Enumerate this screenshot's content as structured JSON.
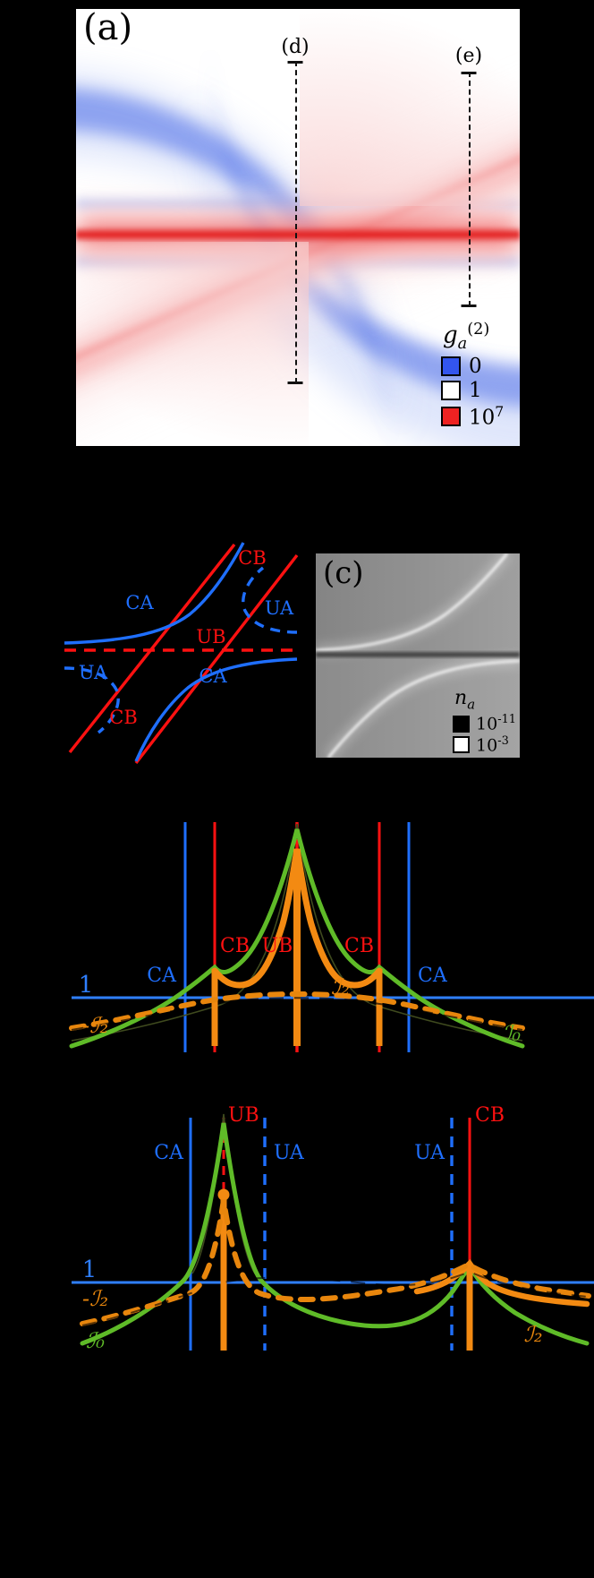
{
  "figure": {
    "panels": [
      "a",
      "b",
      "c",
      "d",
      "e"
    ]
  },
  "panel_a": {
    "label": "(a)",
    "callouts": [
      {
        "name": "d",
        "text": "(d)"
      },
      {
        "name": "e",
        "text": "(e)"
      }
    ],
    "legend": {
      "title_main": "g",
      "title_sub": "a",
      "title_sup": "(2)",
      "entries": [
        {
          "swatch_color": "#3355ee",
          "value": "0"
        },
        {
          "swatch_color": "#ffffff",
          "value": "1"
        },
        {
          "swatch_color": "#ee2222",
          "value_main": "10",
          "value_sup": "7"
        }
      ]
    }
  },
  "panel_b": {
    "labels": [
      {
        "text": "CA",
        "color": "#1f6fff"
      },
      {
        "text": "CB",
        "color": "#ff1111"
      },
      {
        "text": "UA",
        "color": "#1f6fff"
      },
      {
        "text": "UB",
        "color": "#ff1111"
      },
      {
        "text": "UA",
        "color": "#1f6fff"
      },
      {
        "text": "CA",
        "color": "#1f6fff"
      },
      {
        "text": "CB",
        "color": "#ff1111"
      }
    ]
  },
  "panel_c": {
    "label": "(c)",
    "legend": {
      "title_main": "n",
      "title_sub": "a",
      "entries": [
        {
          "swatch_color": "#000000",
          "value_main": "10",
          "value_sup": "-11"
        },
        {
          "swatch_color": "#ffffff",
          "value_main": "10",
          "value_sup": "-3"
        }
      ]
    }
  },
  "panel_d": {
    "vline_labels": [
      {
        "text": "CA",
        "color": "#1f6fff"
      },
      {
        "text": "CB",
        "color": "#ff1111"
      },
      {
        "text": "UB",
        "color": "#ff1111"
      },
      {
        "text": "CB",
        "color": "#ff1111"
      },
      {
        "text": "CA",
        "color": "#1f6fff"
      }
    ],
    "axis_label": "1",
    "curve_labels": [
      {
        "text": "-ℐ₂",
        "color": "#e8860d"
      },
      {
        "text": "ℐ₂",
        "color": "#e8860d"
      },
      {
        "text": "ℐ₀",
        "color": "#5fbb28"
      }
    ]
  },
  "panel_e": {
    "vline_labels": [
      {
        "text": "CA",
        "color": "#1f6fff"
      },
      {
        "text": "UB",
        "color": "#ff1111"
      },
      {
        "text": "UA",
        "color": "#1f6fff"
      },
      {
        "text": "UA",
        "color": "#1f6fff"
      },
      {
        "text": "CB",
        "color": "#ff1111"
      }
    ],
    "axis_label": "1",
    "curve_labels": [
      {
        "text": "-ℐ₂",
        "color": "#e8860d"
      },
      {
        "text": "ℐ₀",
        "color": "#5fbb28"
      },
      {
        "text": "ℐ₂",
        "color": "#e8860d"
      }
    ]
  },
  "chart_data": [
    {
      "type": "heatmap",
      "panel": "a",
      "title": "(a)",
      "quantity": "g_a^(2)",
      "colorscale": [
        {
          "value": 0,
          "color": "#3355ee",
          "label": "0"
        },
        {
          "value": 1,
          "color": "#ffffff",
          "label": "1"
        },
        {
          "value": 10000000,
          "color": "#ee2222",
          "label": "10^7"
        }
      ],
      "features": [
        "horizontal red ridge (UB resonance) through mid-height",
        "diagonal red ridge (CB resonance) rising left-to-right",
        "blue hyperbolic arcs (CA resonance) in upper-right and lower-left"
      ],
      "grid": false,
      "xlabel": "",
      "ylabel": ""
    },
    {
      "type": "line",
      "panel": "b",
      "title": "",
      "annotations": [
        "CA",
        "CB",
        "UA",
        "UB",
        "UA",
        "CA",
        "CB"
      ],
      "series": [
        {
          "name": "CB",
          "color": "#ff1111",
          "style": "solid",
          "description": "two straight diagonal lines crossing"
        },
        {
          "name": "UB",
          "color": "#ff1111",
          "style": "dashed",
          "description": "horizontal dashed line through center"
        },
        {
          "name": "CA",
          "color": "#1f6fff",
          "style": "solid",
          "description": "hyperbolic branches asymptotic to horizontal and diagonal"
        },
        {
          "name": "UA",
          "color": "#1f6fff",
          "style": "dashed",
          "description": "small hook-shaped dashed branches"
        }
      ],
      "grid": false
    },
    {
      "type": "heatmap",
      "panel": "c",
      "title": "(c)",
      "quantity": "n_a",
      "colorscale": [
        {
          "value": 1e-11,
          "color": "#000000",
          "label": "10^-11"
        },
        {
          "value": 0.001,
          "color": "#ffffff",
          "label": "10^-3"
        }
      ],
      "features": [
        "bright hyperbolic arc sweeping from lower-left to upper-right in upper half",
        "mirrored bright arc in lower half",
        "dark horizontal seam at mid-height"
      ],
      "grid": false
    },
    {
      "type": "line",
      "panel": "d",
      "title": "",
      "xlabel": "",
      "ylabel": "",
      "yticks": [
        {
          "value": 1,
          "label": "1"
        }
      ],
      "vertical_lines": [
        {
          "x": 0.215,
          "label": "CA",
          "color": "#1f6fff",
          "style": "solid"
        },
        {
          "x": 0.325,
          "label": "CB",
          "color": "#ff1111",
          "style": "solid"
        },
        {
          "x": 0.5,
          "label": "UB",
          "color": "#ff1111",
          "style": "dashed"
        },
        {
          "x": 0.675,
          "label": "CB",
          "color": "#ff1111",
          "style": "solid"
        },
        {
          "x": 0.785,
          "label": "CA",
          "color": "#1f6fff",
          "style": "solid"
        }
      ],
      "series": [
        {
          "name": "ℐ₀",
          "color": "#5fbb28",
          "style": "solid",
          "description": "smooth bell rising from baseline at edges to sharp peak at center, with small kinks at CB lines",
          "x": [
            0.02,
            0.1,
            0.2,
            0.28,
            0.325,
            0.38,
            0.44,
            0.5,
            0.56,
            0.62,
            0.675,
            0.72,
            0.8,
            0.9,
            0.98
          ],
          "y": [
            0.05,
            0.18,
            0.36,
            0.55,
            0.62,
            0.58,
            0.7,
            1.0,
            0.7,
            0.58,
            0.62,
            0.55,
            0.36,
            0.18,
            0.05
          ]
        },
        {
          "name": "ℐ₂",
          "color": "#e8860d",
          "style": "solid",
          "description": "thick orange curve tracking I0 but flat between CB lines with deep vertical spikes at the CB lines and center",
          "x": [
            0.325,
            0.38,
            0.44,
            0.5,
            0.56,
            0.62,
            0.675
          ],
          "y": [
            0.62,
            0.52,
            0.55,
            1.0,
            0.55,
            0.52,
            0.62
          ]
        },
        {
          "name": "-ℐ₂",
          "color": "#e8860d",
          "style": "dashed",
          "description": "dashed orange curve just below the y=1 line in the outer wings",
          "x": [
            0.02,
            0.12,
            0.22,
            0.32,
            0.68,
            0.78,
            0.88,
            0.98
          ],
          "y": [
            0.76,
            0.82,
            0.88,
            0.94,
            0.94,
            0.88,
            0.82,
            0.76
          ]
        },
        {
          "name": "baseline",
          "color": "#2f7fff",
          "style": "solid",
          "value": 1
        }
      ],
      "grid": false
    },
    {
      "type": "line",
      "panel": "e",
      "title": "",
      "xlabel": "",
      "ylabel": "",
      "yticks": [
        {
          "value": 1,
          "label": "1"
        }
      ],
      "vertical_lines": [
        {
          "x": 0.245,
          "label": "CA",
          "color": "#1f6fff",
          "style": "solid"
        },
        {
          "x": 0.288,
          "label": "UB",
          "color": "#ff1111",
          "style": "dashed"
        },
        {
          "x": 0.343,
          "label": "UA",
          "color": "#1f6fff",
          "style": "dashed"
        },
        {
          "x": 0.578,
          "label": "UA",
          "color": "#1f6fff",
          "style": "dashed"
        },
        {
          "x": 0.597,
          "label": "CB",
          "color": "#ff1111",
          "style": "solid"
        }
      ],
      "series": [
        {
          "name": "ℐ₀",
          "color": "#5fbb28",
          "style": "solid",
          "description": "tall sharp peak at UB, broad shallow valley in middle, second sharp peak at CB/UA on the right",
          "x": [
            0.02,
            0.1,
            0.18,
            0.25,
            0.288,
            0.33,
            0.4,
            0.47,
            0.52,
            0.56,
            0.59,
            0.63,
            0.7,
            0.8,
            0.92
          ],
          "y": [
            0.06,
            0.16,
            0.3,
            0.62,
            1.0,
            0.62,
            0.34,
            0.24,
            0.22,
            0.26,
            0.6,
            0.34,
            0.22,
            0.14,
            0.06
          ]
        },
        {
          "name": "ℐ₂",
          "color": "#e8860d",
          "style": "solid",
          "description": "sharp orange spike at the right CB line, thin vertical spike at UB",
          "x": [
            0.55,
            0.59,
            0.63
          ],
          "y": [
            0.3,
            1.0,
            0.3
          ]
        },
        {
          "name": "-ℐ₂",
          "color": "#e8860d",
          "style": "dashed",
          "description": "dashed orange curve hugging just below y=1 across the whole range with a spike at UB",
          "x": [
            0.02,
            0.12,
            0.22,
            0.288,
            0.36,
            0.45,
            0.52,
            0.59,
            0.7,
            0.85,
            0.96
          ],
          "y": [
            0.7,
            0.78,
            0.86,
            1.0,
            0.86,
            0.92,
            0.94,
            0.99,
            0.93,
            0.9,
            0.86
          ]
        },
        {
          "name": "baseline",
          "color": "#2f7fff",
          "style": "solid",
          "value": 1
        }
      ],
      "grid": false
    }
  ]
}
